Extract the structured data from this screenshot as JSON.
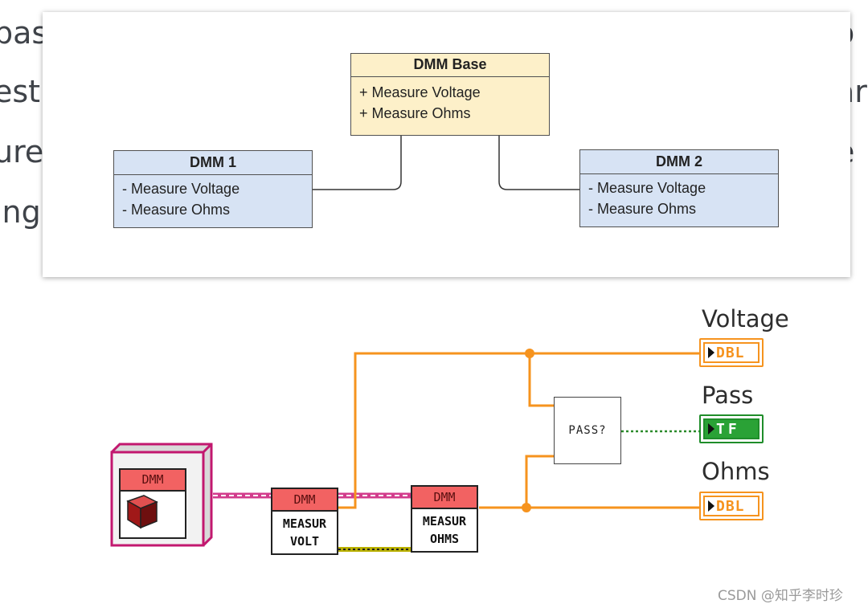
{
  "background_text": {
    "left": [
      "pas",
      "est",
      "ure",
      "ing"
    ],
    "right": [
      "o",
      "ar",
      "e"
    ]
  },
  "uml": {
    "base": {
      "name": "DMM Base",
      "operations": [
        "+ Measure Voltage",
        "+ Measure Ohms"
      ]
    },
    "dmm1": {
      "name": "DMM 1",
      "operations": [
        "- Measure Voltage",
        "- Measure Ohms"
      ]
    },
    "dmm2": {
      "name": "DMM 2",
      "operations": [
        "- Measure Voltage",
        "- Measure Ohms"
      ]
    }
  },
  "labview": {
    "indicators": {
      "voltage": {
        "label": "Voltage",
        "dtype": "DBL"
      },
      "pass": {
        "label": "Pass",
        "dtype": "TF"
      },
      "ohms": {
        "label": "Ohms",
        "dtype": "DBL"
      }
    },
    "object_constant": {
      "label": "DMM"
    },
    "measure_volt": {
      "header": "DMM",
      "line1": "MEASUR",
      "line2": "VOLT"
    },
    "measure_ohms": {
      "header": "DMM",
      "line1": "MEASUR",
      "line2": "OHMS"
    },
    "pass_vi": {
      "label": "PASS?"
    }
  },
  "colors": {
    "wire_double": "#f6931e",
    "wire_boolean": "#2a8a2a",
    "wire_class": "#d23c8c",
    "wire_error": "#b9b000",
    "vi_header": "#f26262",
    "uml_base": "#fdf0c9",
    "uml_child": "#d7e3f4"
  },
  "watermark": "CSDN @知乎李时珍"
}
